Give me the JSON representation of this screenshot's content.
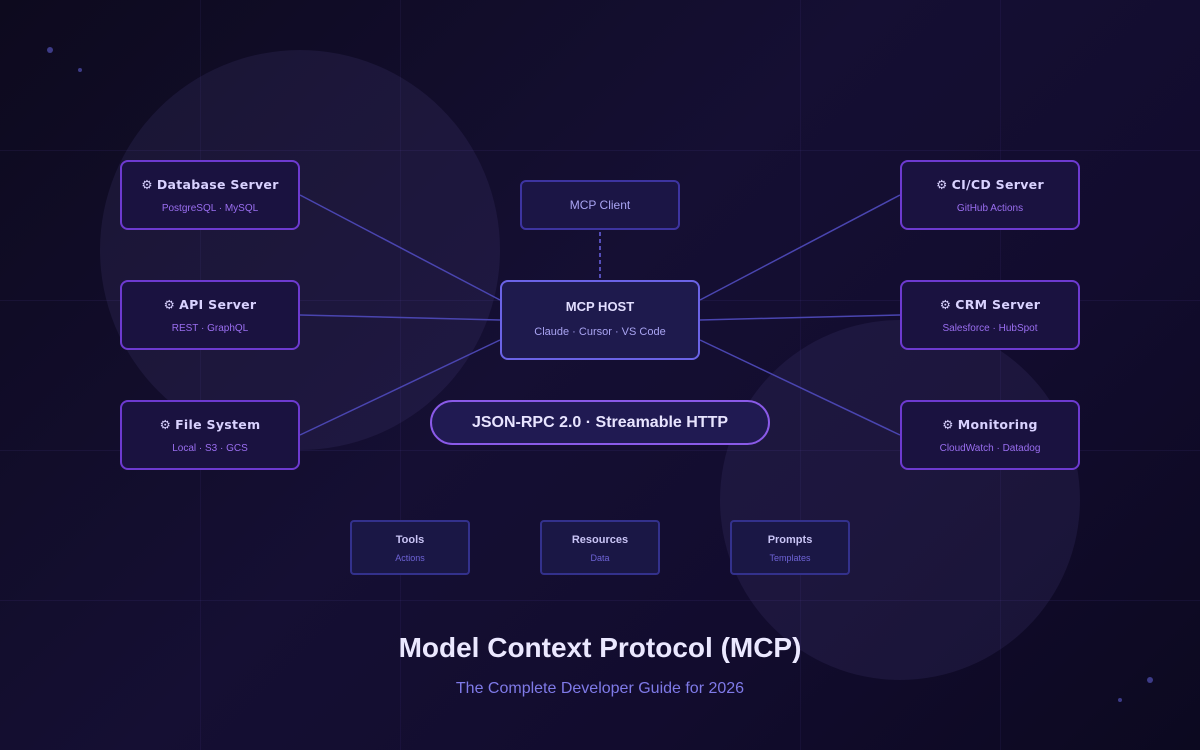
{
  "left_servers": [
    {
      "title": "Database Server",
      "sub": "PostgreSQL · MySQL"
    },
    {
      "title": "API Server",
      "sub": "REST · GraphQL"
    },
    {
      "title": "File System",
      "sub": "Local · S3 · GCS"
    }
  ],
  "right_servers": [
    {
      "title": "CI/CD Server",
      "sub": "GitHub Actions"
    },
    {
      "title": "CRM Server",
      "sub": "Salesforce · HubSpot"
    },
    {
      "title": "Monitoring",
      "sub": "CloudWatch · Datadog"
    }
  ],
  "server_icon": "gear-icon",
  "gear_glyph": "⚙",
  "client": {
    "label": "MCP Client"
  },
  "host": {
    "title": "MCP HOST",
    "sub": "Claude · Cursor · VS Code"
  },
  "protocol": {
    "label": "JSON-RPC 2.0 · Streamable HTTP"
  },
  "primitives": [
    {
      "title": "Tools",
      "sub": "Actions"
    },
    {
      "title": "Resources",
      "sub": "Data"
    },
    {
      "title": "Prompts",
      "sub": "Templates"
    }
  ],
  "footer": {
    "title": "Model Context Protocol (MCP)",
    "subtitle": "The Complete Developer Guide for 2026"
  },
  "colors": {
    "background": "#120c2e",
    "server_border": "#6d3ad0",
    "host_border": "#6b63e6",
    "connector": "#4a45b0",
    "accent_text": "#9a6ef0"
  }
}
